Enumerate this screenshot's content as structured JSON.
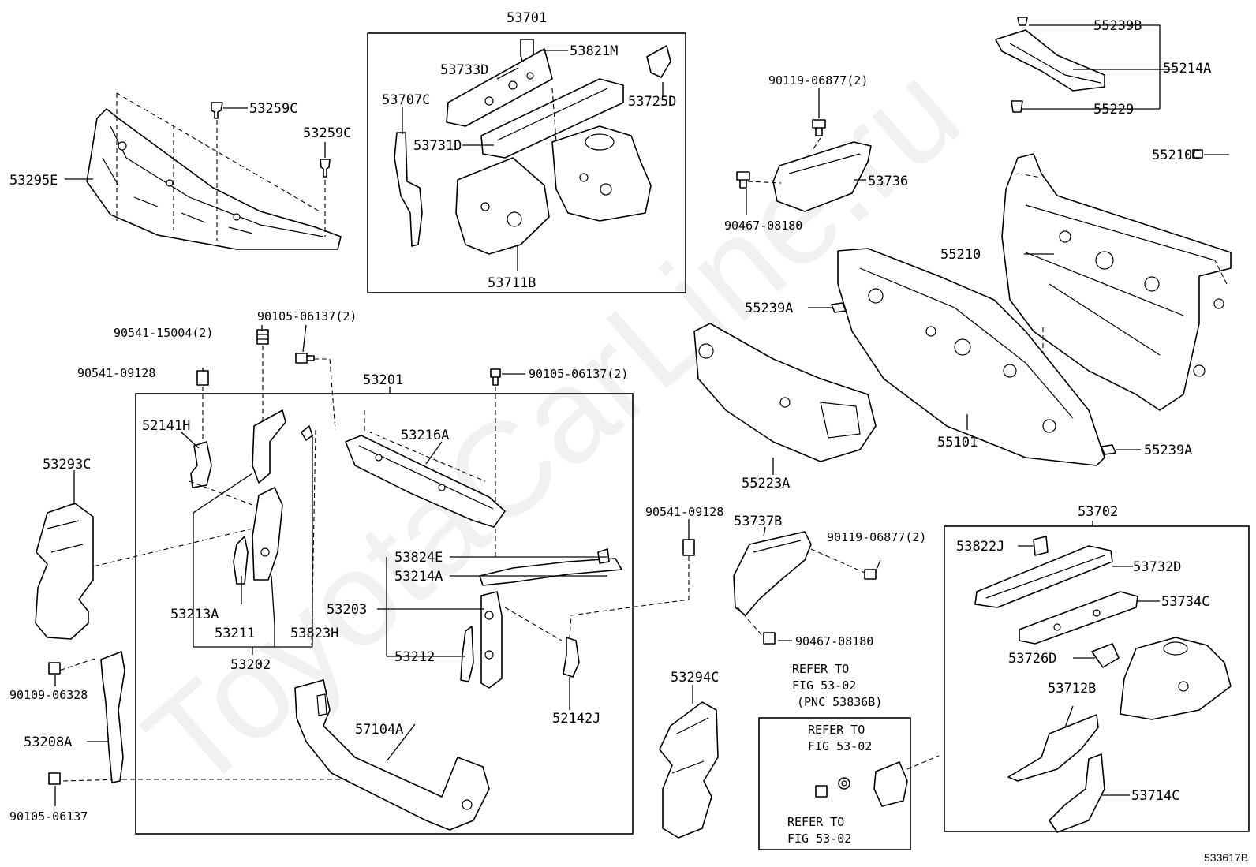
{
  "watermark": "ToyotaCarLine.ru",
  "figure_id": "533617B",
  "labels": {
    "p53295E": "53295E",
    "p53259C_a": "53259C",
    "p53259C_b": "53259C",
    "p53701": "53701",
    "p53821M": "53821M",
    "p53733D": "53733D",
    "p53707C": "53707C",
    "p53725D": "53725D",
    "p53731D": "53731D",
    "p53711B": "53711B",
    "p90119_a": "90119-06877(2)",
    "p53736": "53736",
    "p90467_a": "90467-08180",
    "p55239B": "55239B",
    "p55214A": "55214A",
    "p55229": "55229",
    "p55210C": "55210C",
    "p55210": "55210",
    "p55239A_a": "55239A",
    "p55101": "55101",
    "p55223A": "55223A",
    "p55239A_b": "55239A",
    "p90105_a": "90105-06137(2)",
    "p90541_15004": "90541-15004(2)",
    "p90541_a": "90541-09128",
    "p53201": "53201",
    "p90105_b": "90105-06137(2)",
    "p52141H": "52141H",
    "p53216A": "53216A",
    "p53293C": "53293C",
    "p53824E": "53824E",
    "p53214A": "53214A",
    "p53203": "53203",
    "p53213A": "53213A",
    "p53211": "53211",
    "p53823H": "53823H",
    "p53212": "53212",
    "p53202": "53202",
    "p90109": "90109-06328",
    "p53208A": "53208A",
    "p90105_c": "90105-06137",
    "p57104A": "57104A",
    "p52142J": "52142J",
    "p90541_b": "90541-09128",
    "p53737B": "53737B",
    "p90119_b": "90119-06877(2)",
    "p90467_b": "90467-08180",
    "p53294C": "53294C",
    "p53702": "53702",
    "p53822J": "53822J",
    "p53732D": "53732D",
    "p53734C": "53734C",
    "p53726D": "53726D",
    "p53712B": "53712B",
    "p53714C": "53714C"
  },
  "refer_notes": {
    "top": [
      "REFER TO",
      "FIG 53-02",
      "(PNC 53836B)"
    ],
    "inner": [
      "REFER TO",
      "FIG 53-02"
    ],
    "bottom": [
      "REFER TO",
      "FIG 53-02"
    ]
  }
}
